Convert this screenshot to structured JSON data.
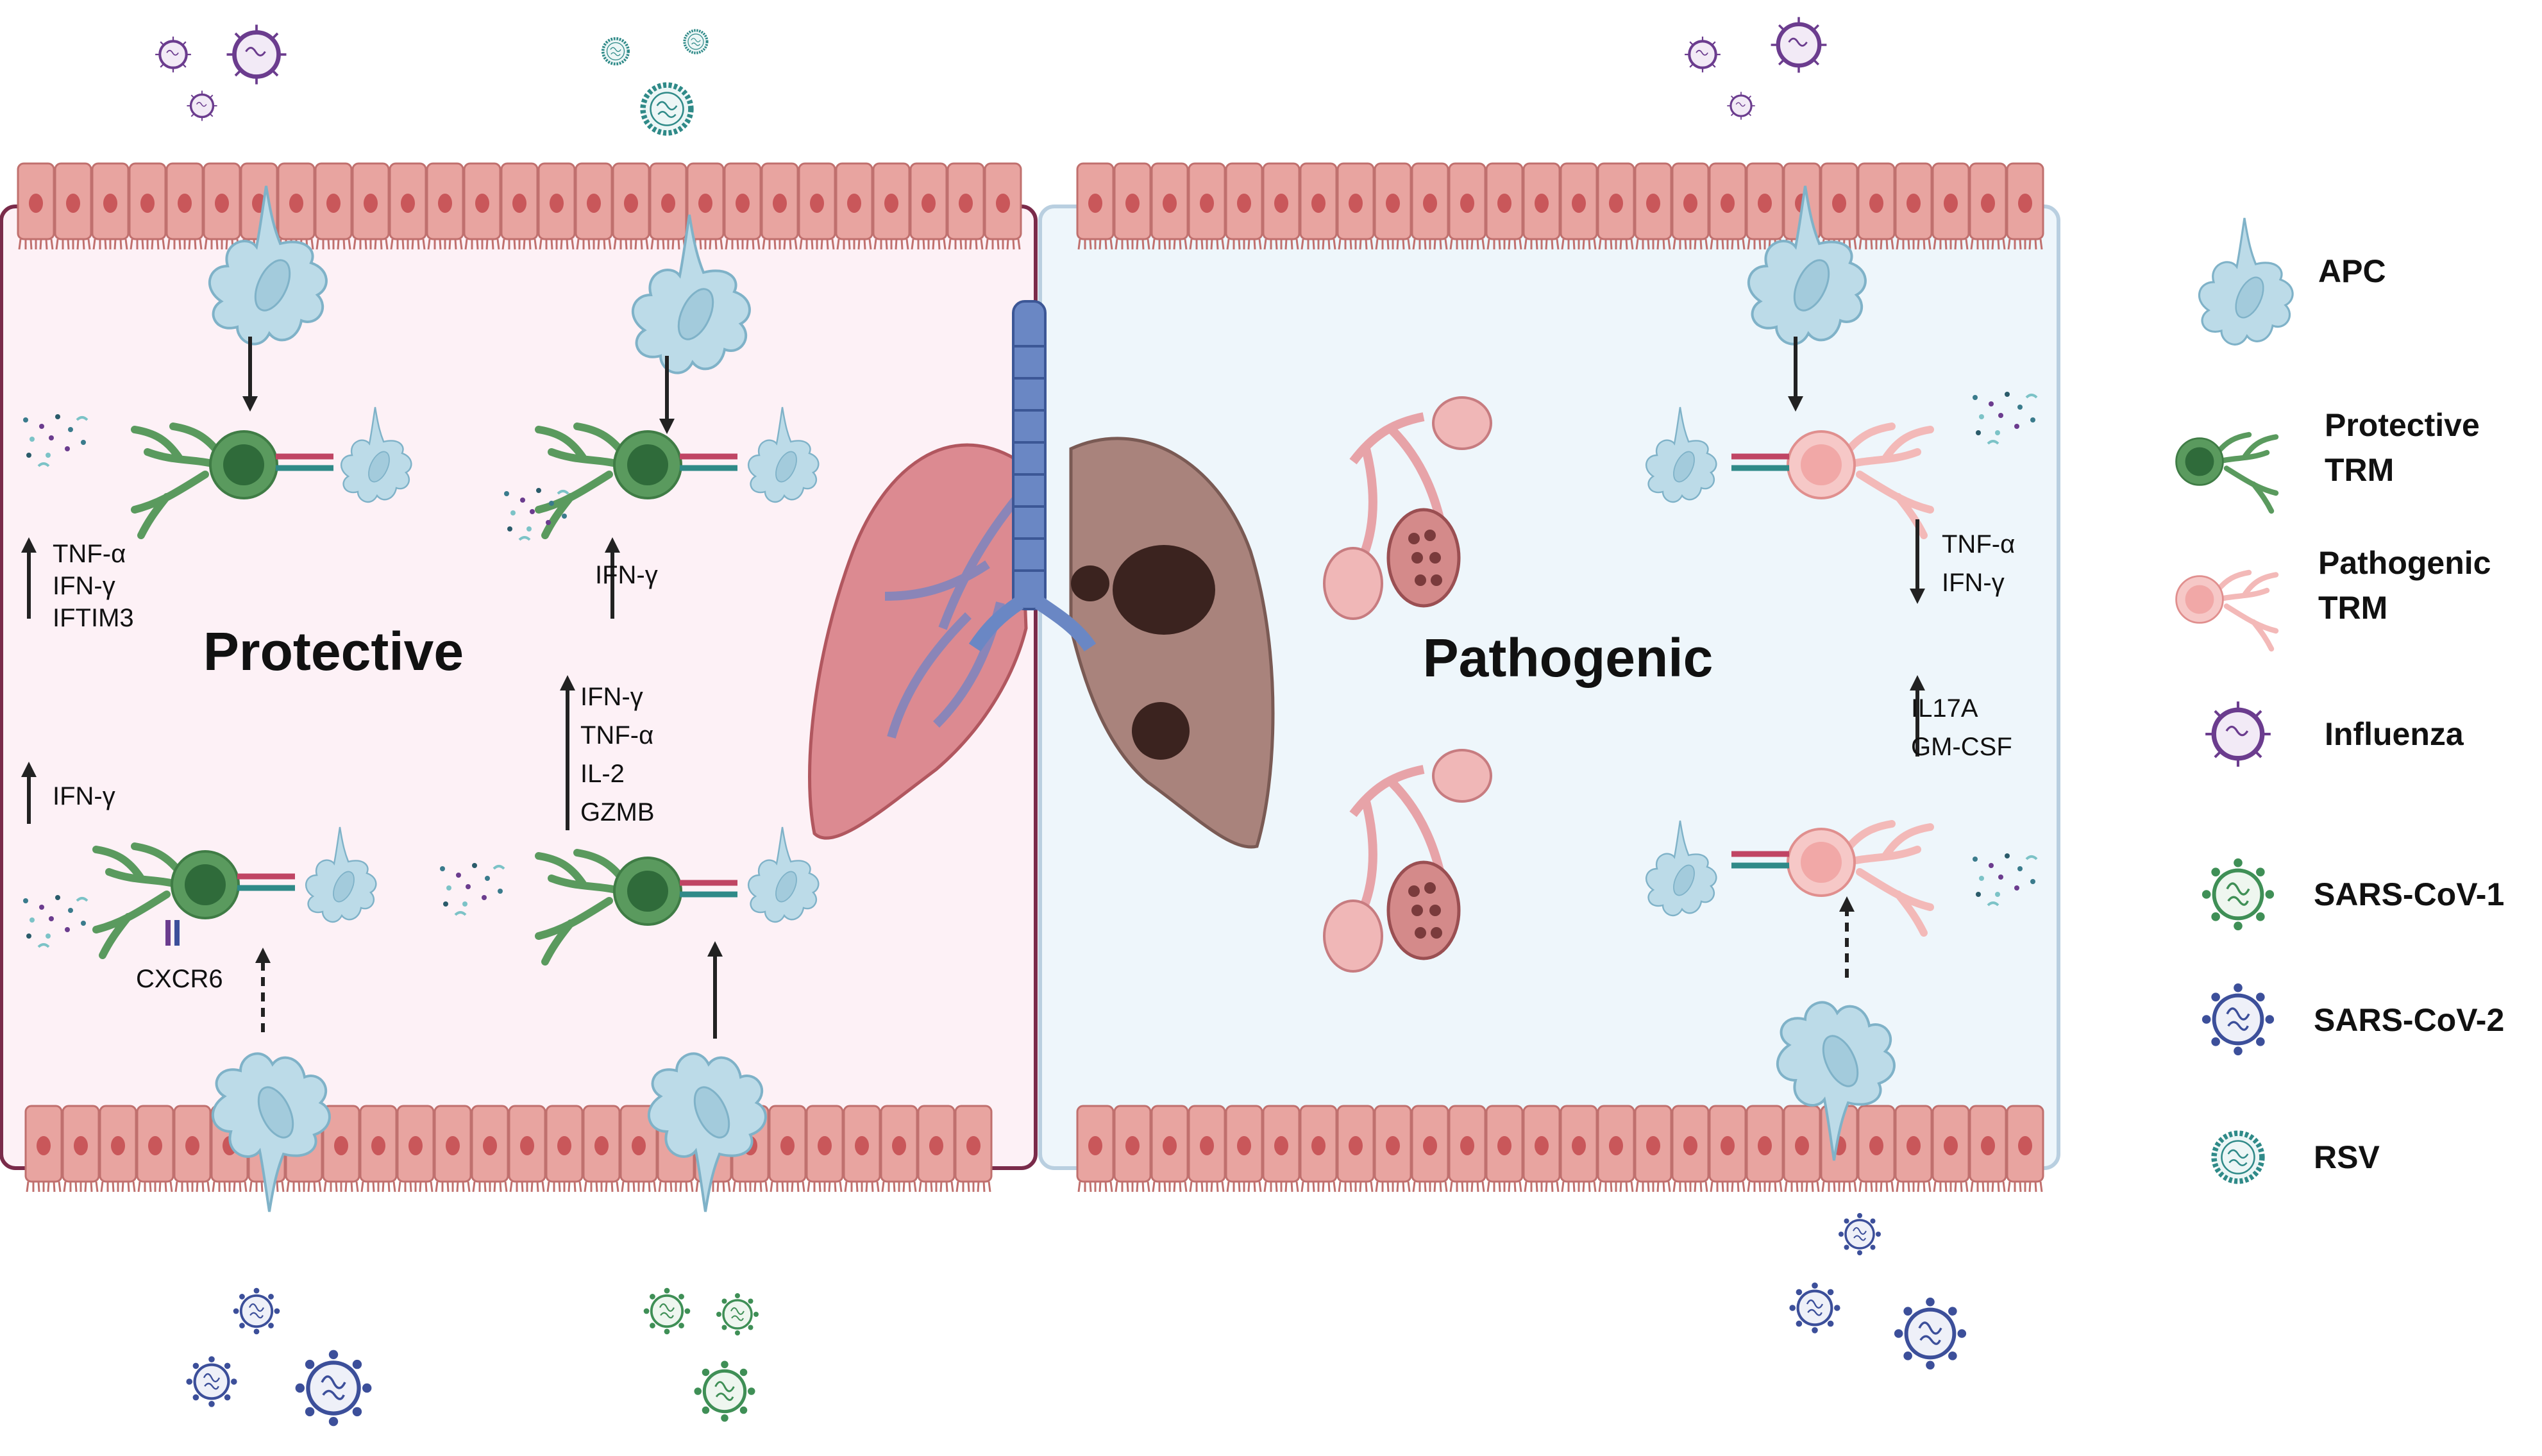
{
  "panels": {
    "protective": {
      "title": "Protective"
    },
    "pathogenic": {
      "title": "Pathogenic"
    }
  },
  "labels": {
    "p1_up": [
      "TNF-α",
      "IFN-γ",
      "IFTIM3"
    ],
    "p2_up": [
      "IFN-γ"
    ],
    "p3_up": [
      "IFN-γ"
    ],
    "p4_up": [
      "IFN-γ",
      "TNF-α",
      "IL-2",
      "GZMB"
    ],
    "cxcr6": "CXCR6",
    "path_down": [
      "TNF-α",
      "IFN-γ"
    ],
    "path_up": [
      "IL17A",
      "GM-CSF"
    ]
  },
  "legend": [
    {
      "key": "apc",
      "label": "APC"
    },
    {
      "key": "protective_trm",
      "label": "Protective\nTRM"
    },
    {
      "key": "pathogenic_trm",
      "label": "Pathogenic\nTRM"
    },
    {
      "key": "influenza",
      "label": "Influenza"
    },
    {
      "key": "sars1",
      "label": "SARS-CoV-1"
    },
    {
      "key": "sars2",
      "label": "SARS-CoV-2"
    },
    {
      "key": "rsv",
      "label": "RSV"
    }
  ],
  "colors": {
    "protective_bg": "#fdf1f6",
    "protective_border": "#7a2b4a",
    "pathogenic_bg": "#eef6fb",
    "pathogenic_border": "#b9cfe0",
    "epithelium": "#e8a4a0",
    "apc": "#bcdbe8",
    "protective_trm": "#5a9a5e",
    "pathogenic_trm": "#f3b9b8",
    "influenza": "#6b3c8e",
    "sars1": "#3f8f56",
    "sars2": "#3c4f9a",
    "rsv": "#2f8a88"
  }
}
